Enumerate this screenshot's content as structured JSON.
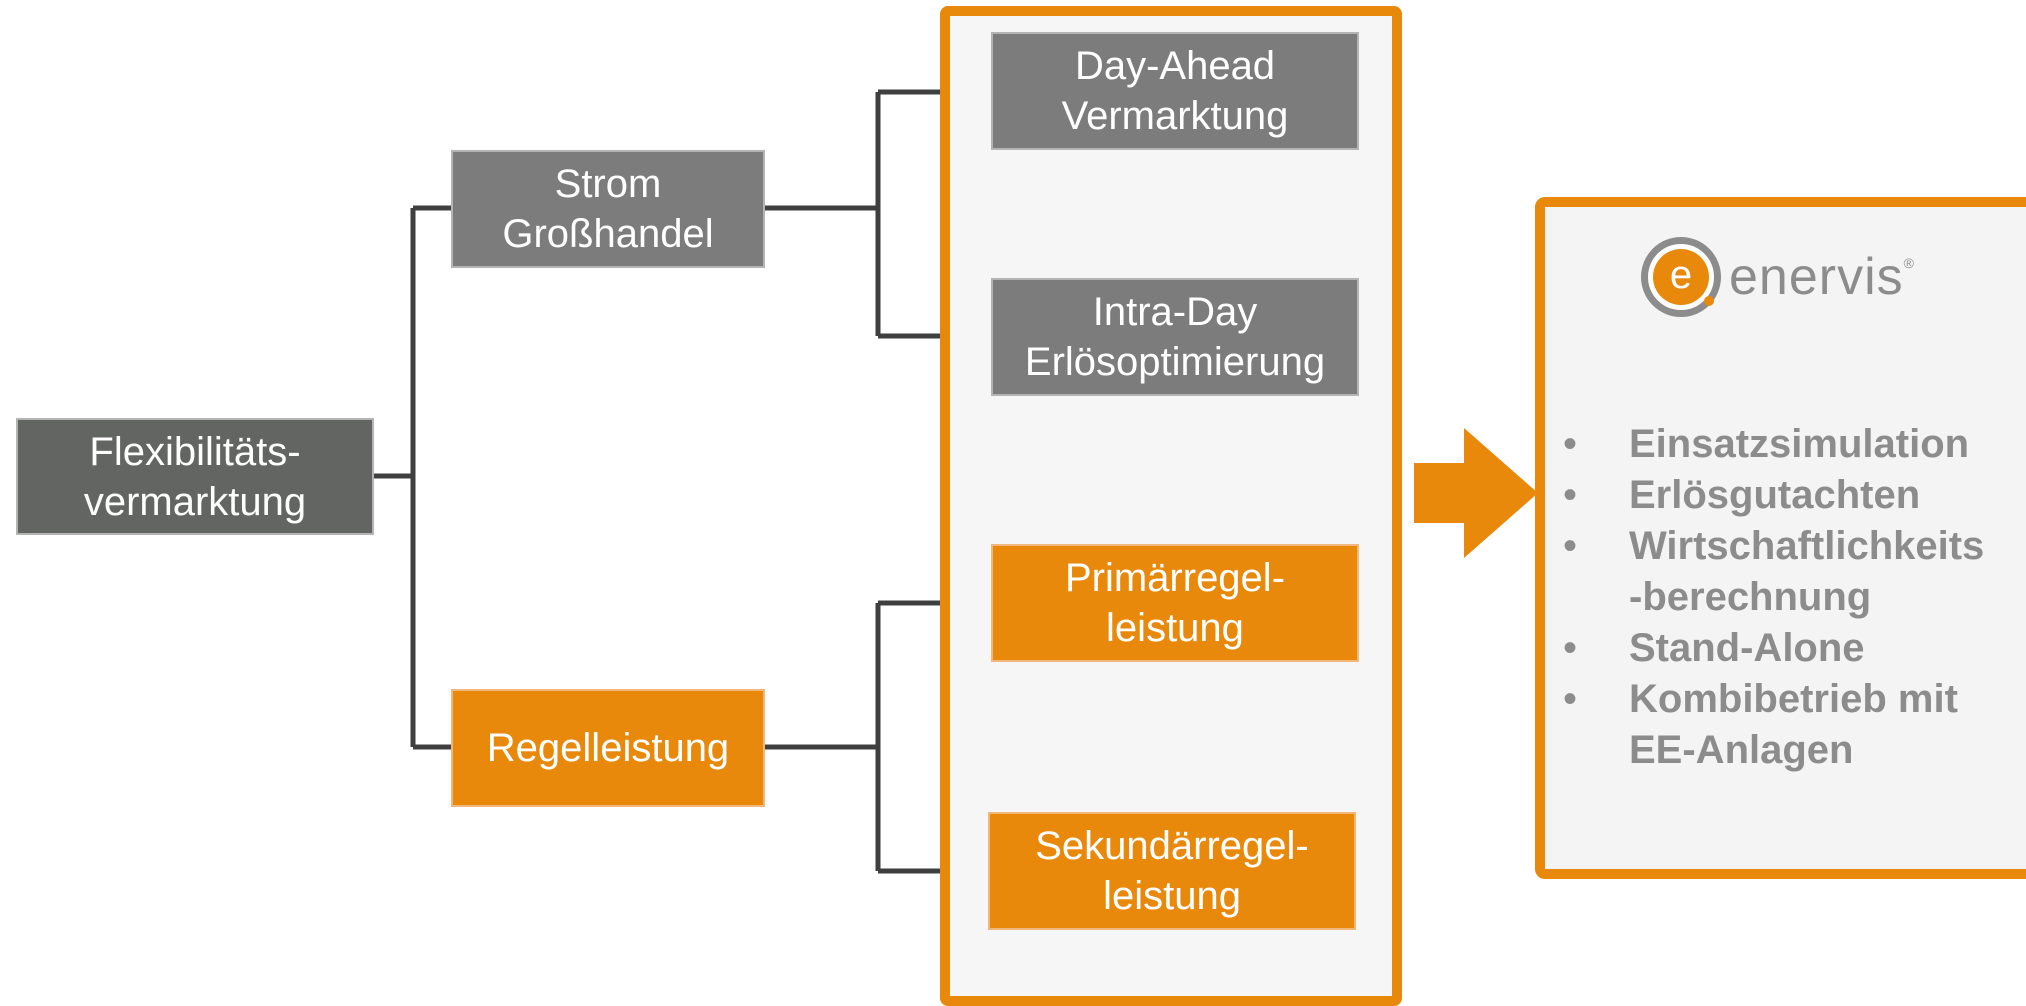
{
  "diagram": {
    "root": {
      "label": "Flexibilitäts-\nvermarktung"
    },
    "branches": {
      "strom": {
        "label": "Strom\nGroßhandel"
      },
      "regel": {
        "label": "Regelleistung"
      }
    },
    "leaves": {
      "day_ahead": {
        "label": "Day-Ahead\nVermarktung"
      },
      "intra_day": {
        "label": "Intra-Day\nErlösoptimierung"
      },
      "primaer": {
        "label": "Primärregel-\nleistung"
      },
      "sekundaer": {
        "label": "Sekundärregel-\nleistung"
      }
    }
  },
  "result_panel": {
    "logo_letter": "e",
    "brand": "enervis",
    "brand_mark": "®",
    "bullet_symbol": "•",
    "bullets": [
      "Einsatzsimulation",
      "Erlösgutachten",
      "Wirtschaftlichkeits\n-berechnung",
      "Stand-Alone",
      "Kombibetrieb mit\nEE-Anlagen"
    ]
  },
  "colors": {
    "orange": "#e8890c",
    "gray": "#7b7c7b",
    "dark_gray": "#636563",
    "text_gray": "#8c8c8c",
    "connector": "#3f3f3f"
  }
}
